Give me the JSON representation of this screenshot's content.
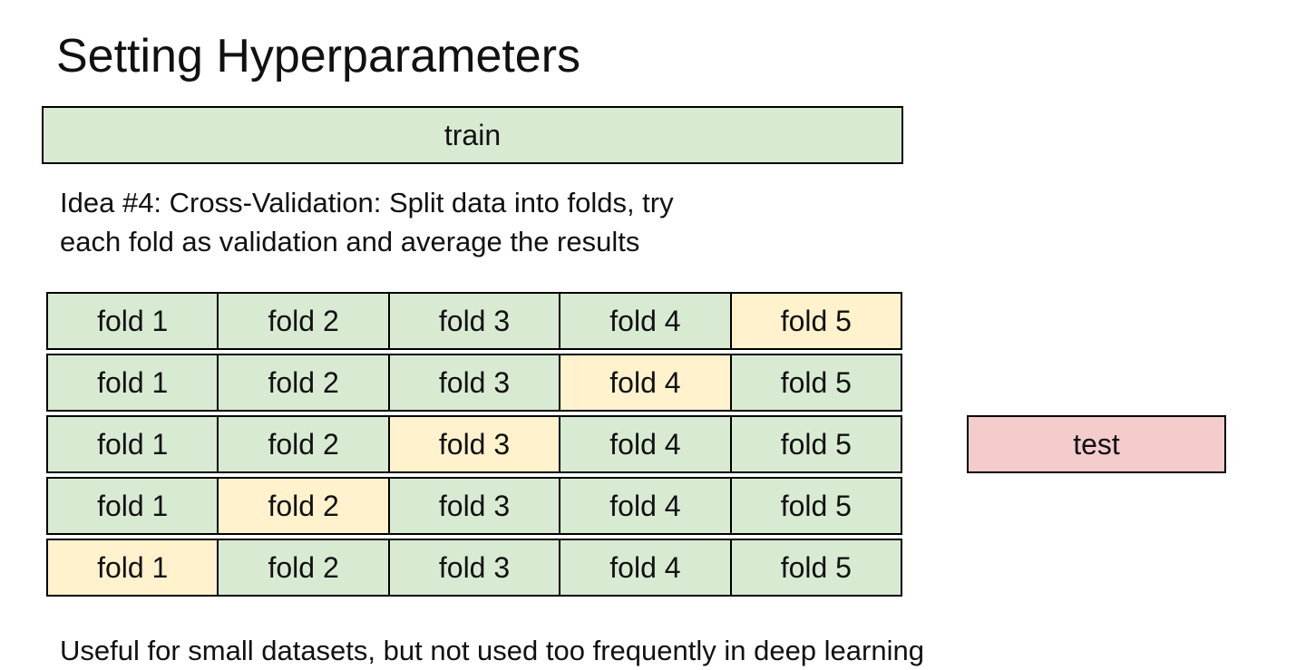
{
  "title": "Setting Hyperparameters",
  "train_label": "train",
  "idea_lines": [
    "Idea #4: Cross-Validation: Split data into folds, try",
    "each fold as validation and average the results"
  ],
  "colors": {
    "train": "#d9ead3",
    "validation": "#fff2cc",
    "test": "#f4cccc",
    "border": "#000000"
  },
  "folds": {
    "labels": [
      "fold 1",
      "fold 2",
      "fold 3",
      "fold 4",
      "fold 5"
    ],
    "validation_fold_per_row": [
      4,
      3,
      2,
      1,
      0
    ]
  },
  "test_label": "test",
  "footer": "Useful for small datasets, but not used too frequently in deep learning"
}
